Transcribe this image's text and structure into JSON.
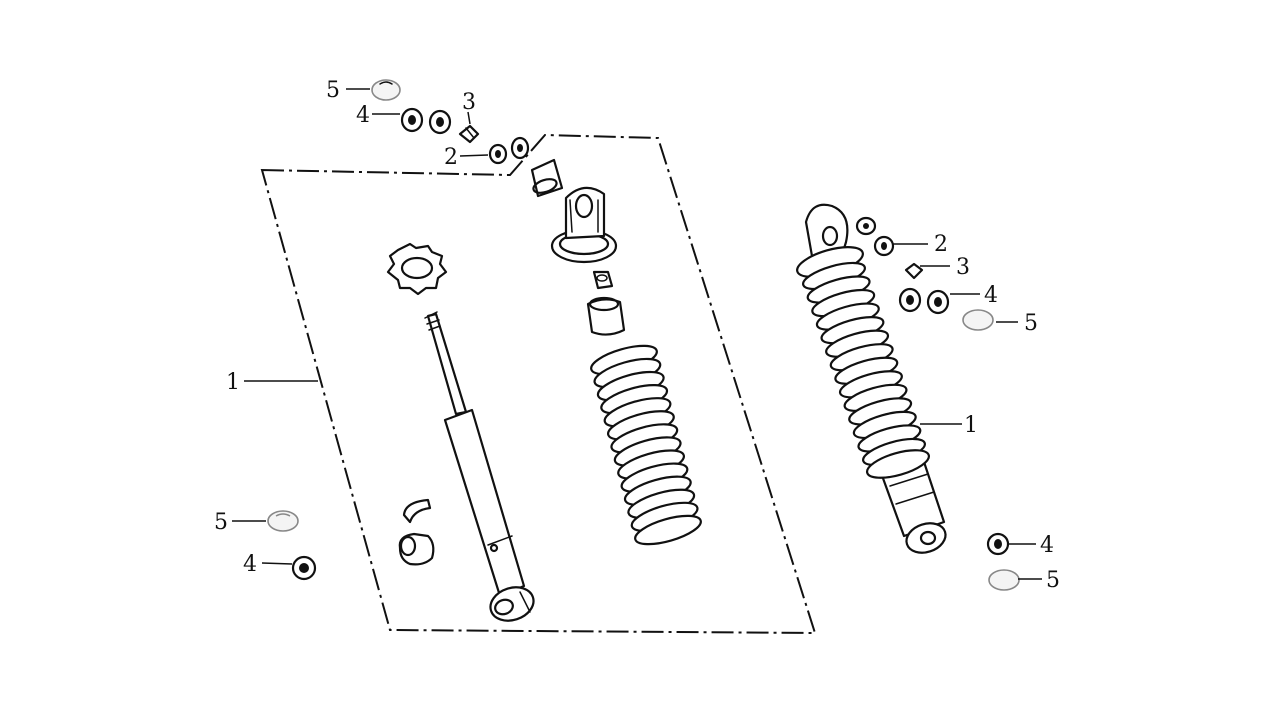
{
  "diagram": {
    "callouts": {
      "left_shock": "1",
      "right_shock": "1",
      "top_washer_left": "2",
      "top_washer_right": "2",
      "top_collar_left": "3",
      "top_collar_right": "3",
      "top_nut_left": "4",
      "top_nut_right": "4",
      "bottom_nut_left": "4",
      "bottom_nut_right": "4",
      "top_cap_left": "5",
      "top_cap_right": "5",
      "bottom_cap_left": "5",
      "bottom_cap_right": "5"
    }
  }
}
